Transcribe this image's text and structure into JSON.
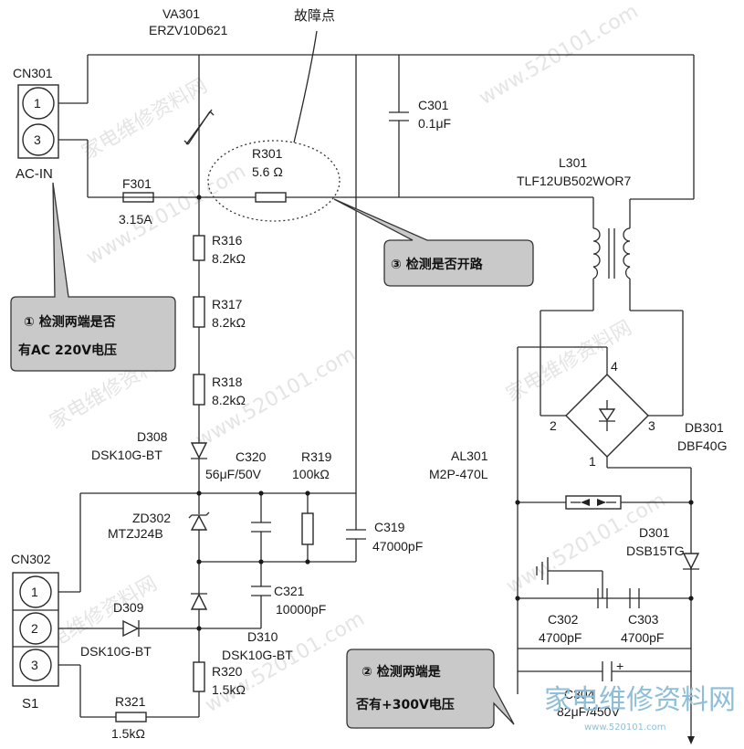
{
  "labels": {
    "va301": "VA301",
    "va301_part": "ERZV10D621",
    "fault_point": "故障点",
    "cn301": "CN301",
    "cn301_pin1": "1",
    "cn301_pin3": "3",
    "ac_in": "AC-IN",
    "f301": "F301",
    "f301_val": "3.15A",
    "r301": "R301",
    "r301_val": "5.6 Ω",
    "c301": "C301",
    "c301_val": "0.1μF",
    "l301": "L301",
    "l301_part": "TLF12UB502WOR7",
    "r316": "R316",
    "r316_val": "8.2kΩ",
    "r317": "R317",
    "r317_val": "8.2kΩ",
    "r318": "R318",
    "r318_val": "8.2kΩ",
    "d308": "D308",
    "d308_part": "DSK10G-BT",
    "c320": "C320",
    "c320_val": "56μF/50V",
    "r319": "R319",
    "r319_val": "100kΩ",
    "zd302": "ZD302",
    "zd302_part": "MTZJ24B",
    "c319": "C319",
    "c319_val": "47000pF",
    "c321": "C321",
    "c321_val": "10000pF",
    "cn302": "CN302",
    "cn302_pin1": "1",
    "cn302_pin2": "2",
    "cn302_pin3": "3",
    "s1": "S1",
    "d309": "D309",
    "d309_part": "DSK10G-BT",
    "d310": "D310",
    "d310_part": "DSK10G-BT",
    "r320": "R320",
    "r320_val": "1.5kΩ",
    "r321": "R321",
    "r321_val": "1.5kΩ",
    "al301": "AL301",
    "al301_part": "M2P-470L",
    "db301": "DB301",
    "db301_part": "DBF40G",
    "bridge_pin1": "1",
    "bridge_pin2": "2",
    "bridge_pin3": "3",
    "bridge_pin4": "4",
    "d301": "D301",
    "d301_part": "DSB15TG",
    "c302": "C302",
    "c302_val": "4700pF",
    "c303": "C303",
    "c303_val": "4700pF",
    "c304": "C304",
    "c304_val": "82μF/450V",
    "c304_plus": "+"
  },
  "callouts": {
    "c1_line1": "① 检测两端是否",
    "c1_line2": "有AC 220V电压",
    "c2_line1": "② 检测两端是",
    "c2_line2": "否有+300V电压",
    "c3": "③ 检测是否开路"
  },
  "watermark": {
    "cn": "家电维修资料网",
    "url": "www.520101.com"
  },
  "logo": {
    "text": "家电维修资料网",
    "url": "www.520101.com"
  },
  "colors": {
    "callout_fill": "#c9c9c9",
    "logo": "#8fbfd8"
  }
}
